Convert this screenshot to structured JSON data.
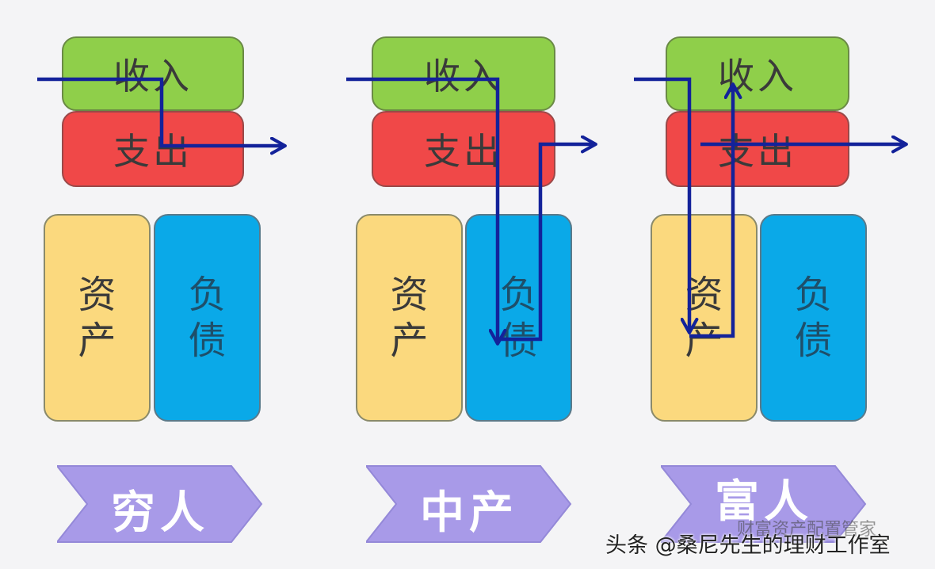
{
  "colors": {
    "income": "#8fcf4a",
    "expense": "#f04848",
    "asset": "#fbd97e",
    "liability": "#0aa9e8",
    "arrow": "#13229a",
    "banner": "#a89ae8"
  },
  "columns": [
    {
      "id": "poor",
      "income_label": "收入",
      "expense_label": "支出",
      "asset_label": "资产",
      "liability_label": "负债",
      "banner_label": "穷人"
    },
    {
      "id": "middle",
      "income_label": "收入",
      "expense_label": "支出",
      "asset_label": "资产",
      "liability_label": "负债",
      "banner_label": "中产"
    },
    {
      "id": "rich",
      "income_label": "收入",
      "expense_label": "支出",
      "asset_label": "资产",
      "liability_label": "负债",
      "banner_label": "富人"
    }
  ],
  "watermark": {
    "text": "头条 @桑尼先生的理财工作室",
    "secondary_text": "财富资产配置管家"
  }
}
